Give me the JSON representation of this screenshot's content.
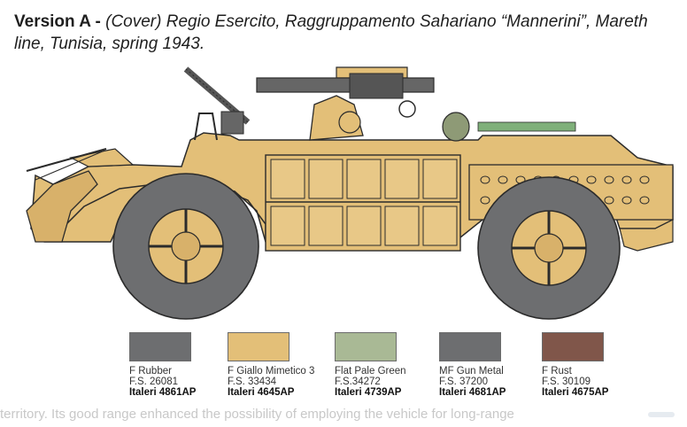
{
  "caption": {
    "label": "Version A - ",
    "description": "(Cover) Regio Esercito, Raggruppamento Sahariano “Mannerini”, Mareth line, Tunisia, spring 1943."
  },
  "colors": {
    "sand": "#e3bf78",
    "tire": "#6d6e70",
    "outline": "#2b2b2b",
    "gun": "#666666",
    "rust": "#80564a",
    "pale_green": "#a9b995"
  },
  "swatches": [
    {
      "color": "#6d6e70",
      "name": "F Rubber",
      "fs": "F.S. 26081",
      "code": "Italeri 4861AP"
    },
    {
      "color": "#e3bf78",
      "name": "F Giallo Mimetico 3",
      "fs": "F.S. 33434",
      "code": "Italeri 4645AP"
    },
    {
      "color": "#a9b995",
      "name": "Flat Pale Green",
      "fs": "F.S.34272",
      "code": "Italeri 4739AP"
    },
    {
      "color": "#6d6e70",
      "name": "MF Gun Metal",
      "fs": "F.S. 37200",
      "code": "Italeri 4681AP"
    },
    {
      "color": "#80564a",
      "name": "F Rust",
      "fs": "F.S. 30109",
      "code": "Italeri 4675AP"
    }
  ],
  "footer": {
    "text": "territory. Its good range enhanced the possibility of employing the vehicle for long-range"
  }
}
